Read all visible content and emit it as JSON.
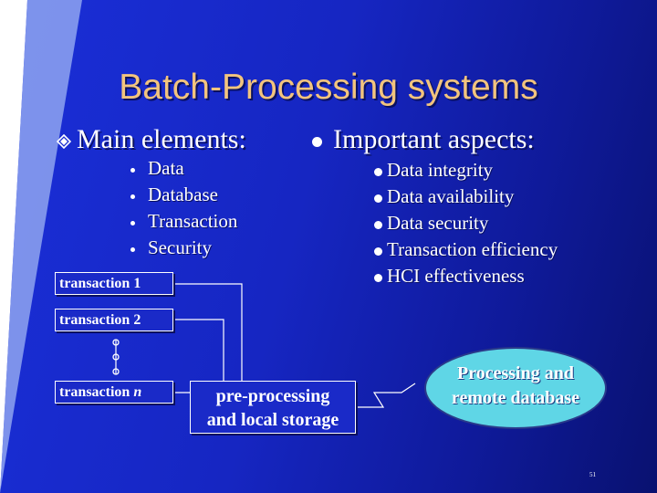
{
  "title": "Batch-Processing systems",
  "left_column": {
    "heading": "Main elements:",
    "icon": "diamond-icon",
    "items": [
      "Data",
      "Database",
      "Transaction",
      "Security"
    ]
  },
  "right_column": {
    "heading": "Important aspects:",
    "items": [
      "Data integrity",
      "Data availability",
      "Data security",
      "Transaction efficiency",
      "HCI effectiveness"
    ]
  },
  "diagram": {
    "transactions": {
      "t1": "transaction 1",
      "t2": "transaction 2",
      "tn_prefix": "transaction ",
      "tn_var": "n"
    },
    "preprocessing": [
      "pre-processing",
      "and local storage"
    ],
    "remote": [
      "Processing and",
      "remote database"
    ]
  },
  "page_number": "51",
  "colors": {
    "background": "#1626c2",
    "title": "#f2c47e",
    "wedge": "#ffffff",
    "ellipse": "#5fd6e6"
  }
}
